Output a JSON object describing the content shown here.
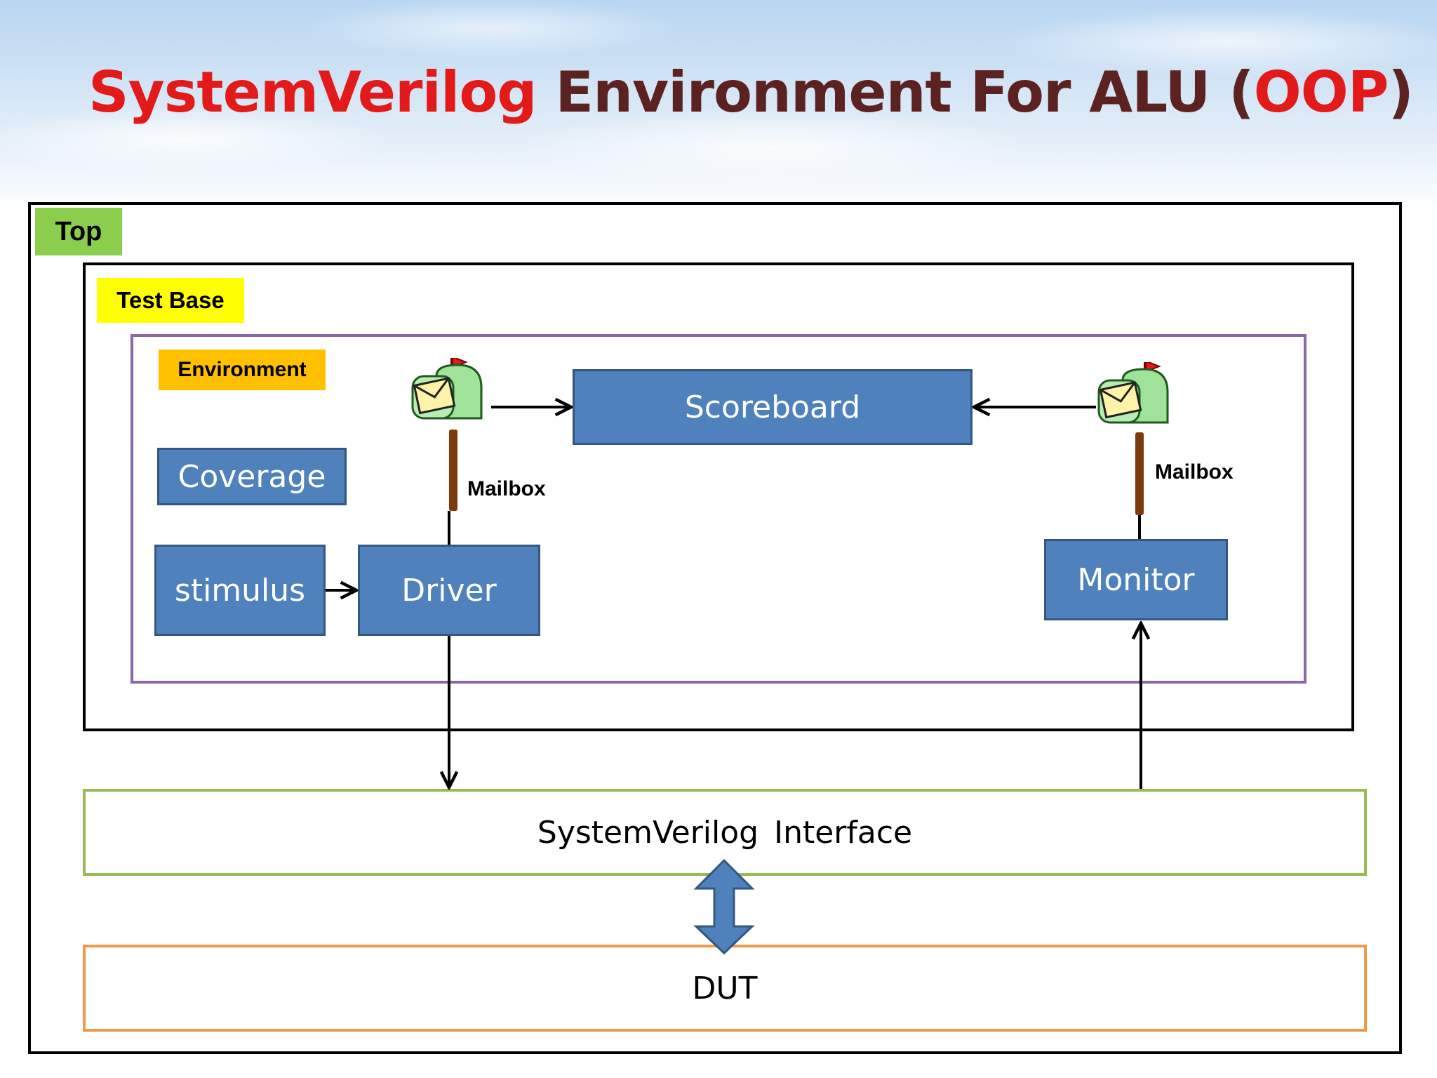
{
  "slide": {
    "title_part1": "SystemVerilog",
    "title_part2": "Environment For ALU (",
    "title_part3": "OOP",
    "title_part4": ")"
  },
  "diagram": {
    "top_label": "Top",
    "testbase_label": "Test Base",
    "environment_label": "Environment",
    "scoreboard_label": "Scoreboard",
    "coverage_label": "Coverage",
    "stimulus_label": "stimulus",
    "driver_label": "Driver",
    "monitor_label": "Monitor",
    "mailbox_left_label": "Mailbox",
    "mailbox_right_label": "Mailbox",
    "interface_label": "SystemVerilog  Interface",
    "dut_label": "DUT"
  },
  "colors": {
    "title_red": "#e31a1a",
    "title_dark": "#5c2222",
    "block_blue": "#4f81bd",
    "top_tag_green": "#8bce4e",
    "testbase_tag_yellow": "#ffff00",
    "env_tag_orange": "#ffc000",
    "env_border_purple": "#8a67a6",
    "interface_border_green": "#99bb55",
    "dut_border_orange": "#ee9a48"
  },
  "icons": [
    "mailbox-icon",
    "bidirectional-arrow-icon"
  ]
}
